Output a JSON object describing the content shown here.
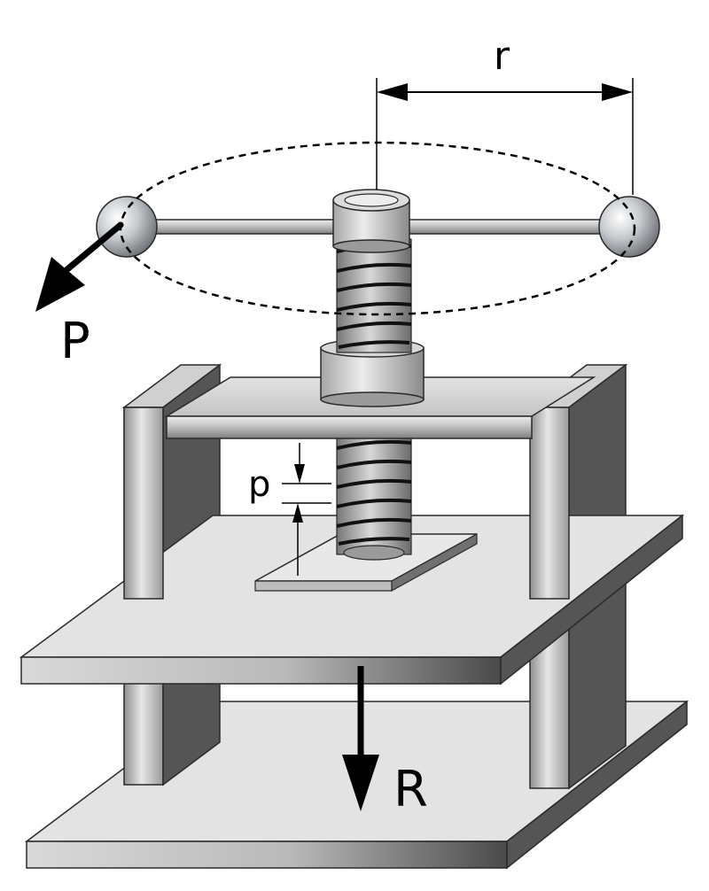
{
  "labels": {
    "radius": "r",
    "force_applied": "P",
    "pitch": "p",
    "force_resulting": "R"
  }
}
